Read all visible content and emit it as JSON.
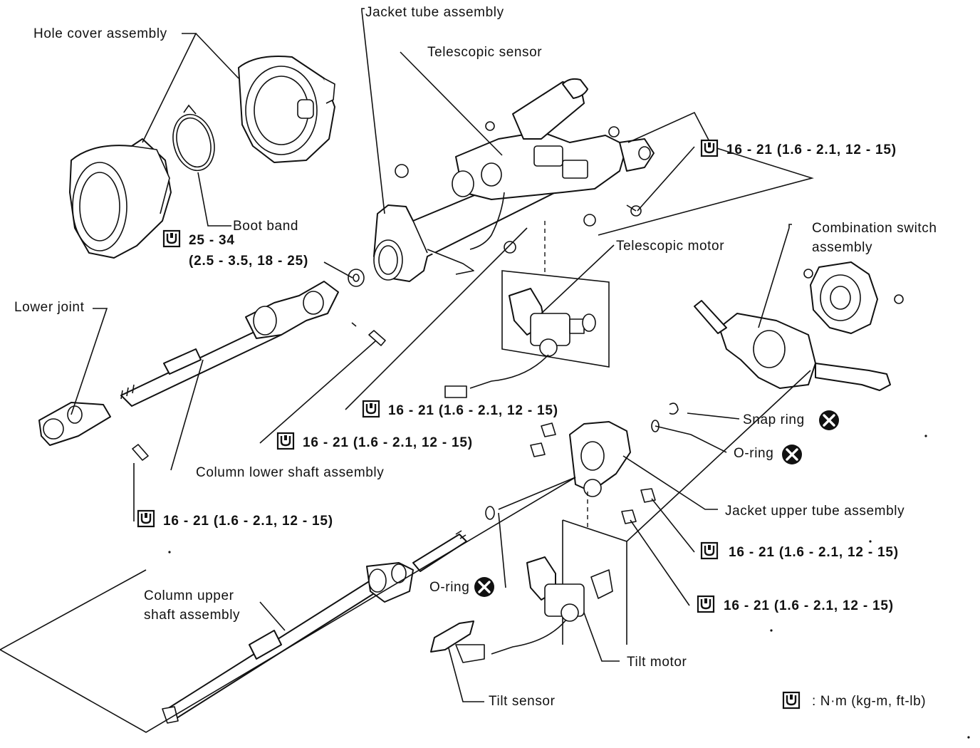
{
  "labels": {
    "hole_cover": "Hole cover assembly",
    "jacket_tube": "Jacket tube assembly",
    "telescopic_sensor": "Telescopic sensor",
    "boot_band": "Boot band",
    "lower_joint": "Lower joint",
    "telescopic_motor": "Telescopic motor",
    "combination_switch_1": "Combination switch",
    "combination_switch_2": "assembly",
    "snap_ring": "Snap ring",
    "o_ring_1": "O-ring",
    "jacket_upper_tube": "Jacket upper tube assembly",
    "column_lower_shaft": "Column lower shaft assembly",
    "column_upper_shaft_1": "Column upper",
    "column_upper_shaft_2": "shaft assembly",
    "o_ring_2": "O-ring",
    "tilt_motor": "Tilt motor",
    "tilt_sensor": "Tilt sensor"
  },
  "torques": {
    "t1": "16 - 21 (1.6 - 2.1, 12 - 15)",
    "t2a": "25 - 34",
    "t2b": "(2.5 - 3.5, 18 - 25)",
    "t3": "16 - 21 (1.6 - 2.1, 12 - 15)",
    "t4": "16 - 21 (1.6 - 2.1, 12 - 15)",
    "t5": "16 - 21 (1.6 - 2.1, 12 - 15)",
    "t6": "16 - 21 (1.6 - 2.1, 12 - 15)",
    "t7": "16 - 21 (1.6 - 2.1, 12 - 15)"
  },
  "legend": {
    "units": ": N·m (kg-m, ft-lb)"
  }
}
